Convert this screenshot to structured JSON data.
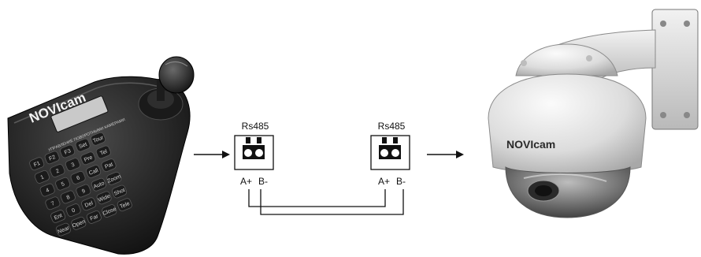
{
  "keyboard": {
    "brand": "NOVIcam",
    "caption": "УПРАВЛЕНИЕ ПОВОРОТНЫМИ КАМЕРАМИ",
    "keys": [
      "F1",
      "F2",
      "F3",
      "Set",
      "Tour",
      "1",
      "2",
      "3",
      "Pre",
      "Tel",
      "4",
      "5",
      "6",
      "Call",
      "Pat",
      "7",
      "8",
      "9",
      "Auto",
      "Zoom",
      "Ent",
      "0",
      "Del",
      "Wide",
      "Shot",
      "Near",
      "Open",
      "Far",
      "Close",
      "Tele"
    ]
  },
  "ports": [
    {
      "label": "Rs485",
      "pin_a": "A+",
      "pin_b": "B-"
    },
    {
      "label": "Rs485",
      "pin_a": "A+",
      "pin_b": "B-"
    }
  ],
  "camera": {
    "brand": "NOVIcam"
  },
  "colors": {
    "line": "#111111",
    "body_dark": "#2a2a2a",
    "body_light": "#e6e6e6"
  }
}
